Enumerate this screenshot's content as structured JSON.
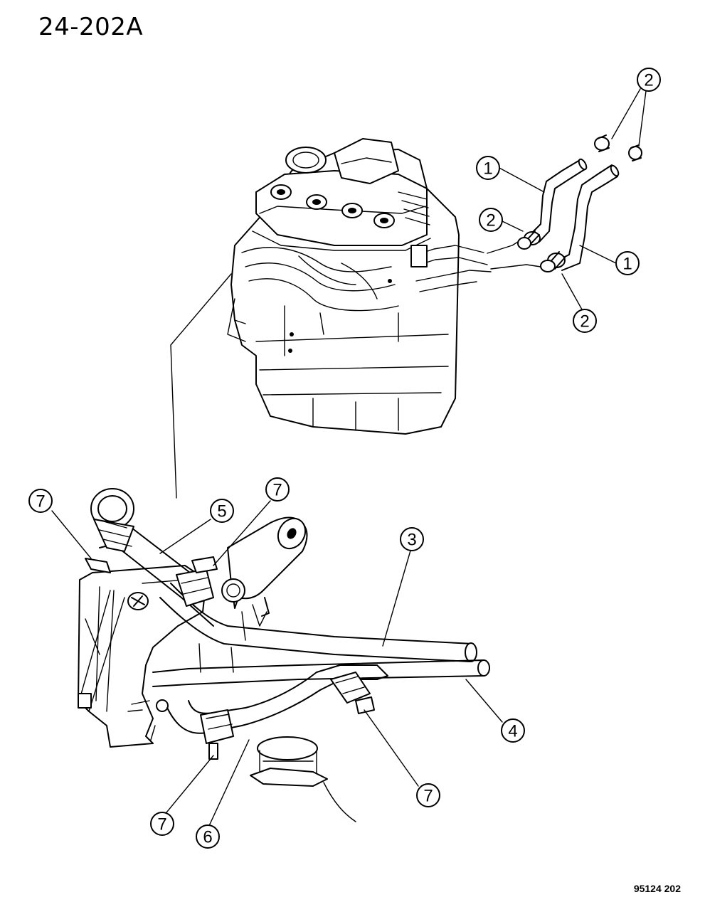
{
  "figure_id": "24-202A",
  "reference_code": "95124 202",
  "callouts": {
    "c1a": "1",
    "c1b": "1",
    "c2a": "2",
    "c2b": "2",
    "c2c": "2",
    "c3": "3",
    "c4": "4",
    "c5": "5",
    "c6": "6",
    "c7a": "7",
    "c7b": "7",
    "c7c": "7",
    "c7d": "7"
  }
}
